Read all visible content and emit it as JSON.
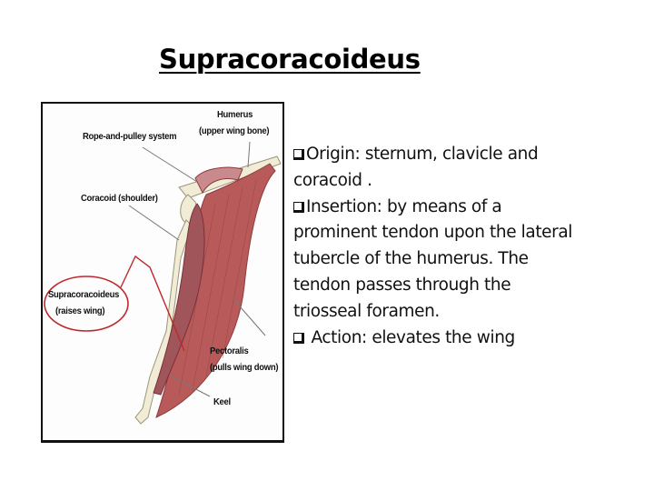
{
  "slide": {
    "title": "Supracoracoideus"
  },
  "figure": {
    "labels": {
      "humerus": "Humerus",
      "humerus_sub": "(upper wing bone)",
      "rope_pulley": "Rope-and-pulley system",
      "coracoid": "Coracoid (shoulder)",
      "supracoracoideus": "Supracoracoideus",
      "supracoracoideus_sub": "(raises wing)",
      "pectoralis": "Pectoralis",
      "pectoralis_sub": "(pulls wing down)",
      "keel": "Keel"
    },
    "colors": {
      "muscle": "#b85a5a",
      "muscle_dark": "#8e3a3c",
      "bone": "#f1ecd6",
      "callout": "#c0282c"
    }
  },
  "bullets": [
    {
      "icon": "checkbox-bullet-icon",
      "lines": [
        "Origin: sternum, clavicle and",
        "coracoid ."
      ]
    },
    {
      "icon": "checkbox-bullet-icon",
      "lines": [
        "Insertion: by means of a",
        "prominent tendon upon the lateral",
        "tubercle of the humerus. The",
        "tendon passes through the",
        "triosseal foramen."
      ]
    },
    {
      "icon": "checkbox-bullet-icon",
      "lines": [
        " Action: elevates the wing"
      ]
    }
  ]
}
